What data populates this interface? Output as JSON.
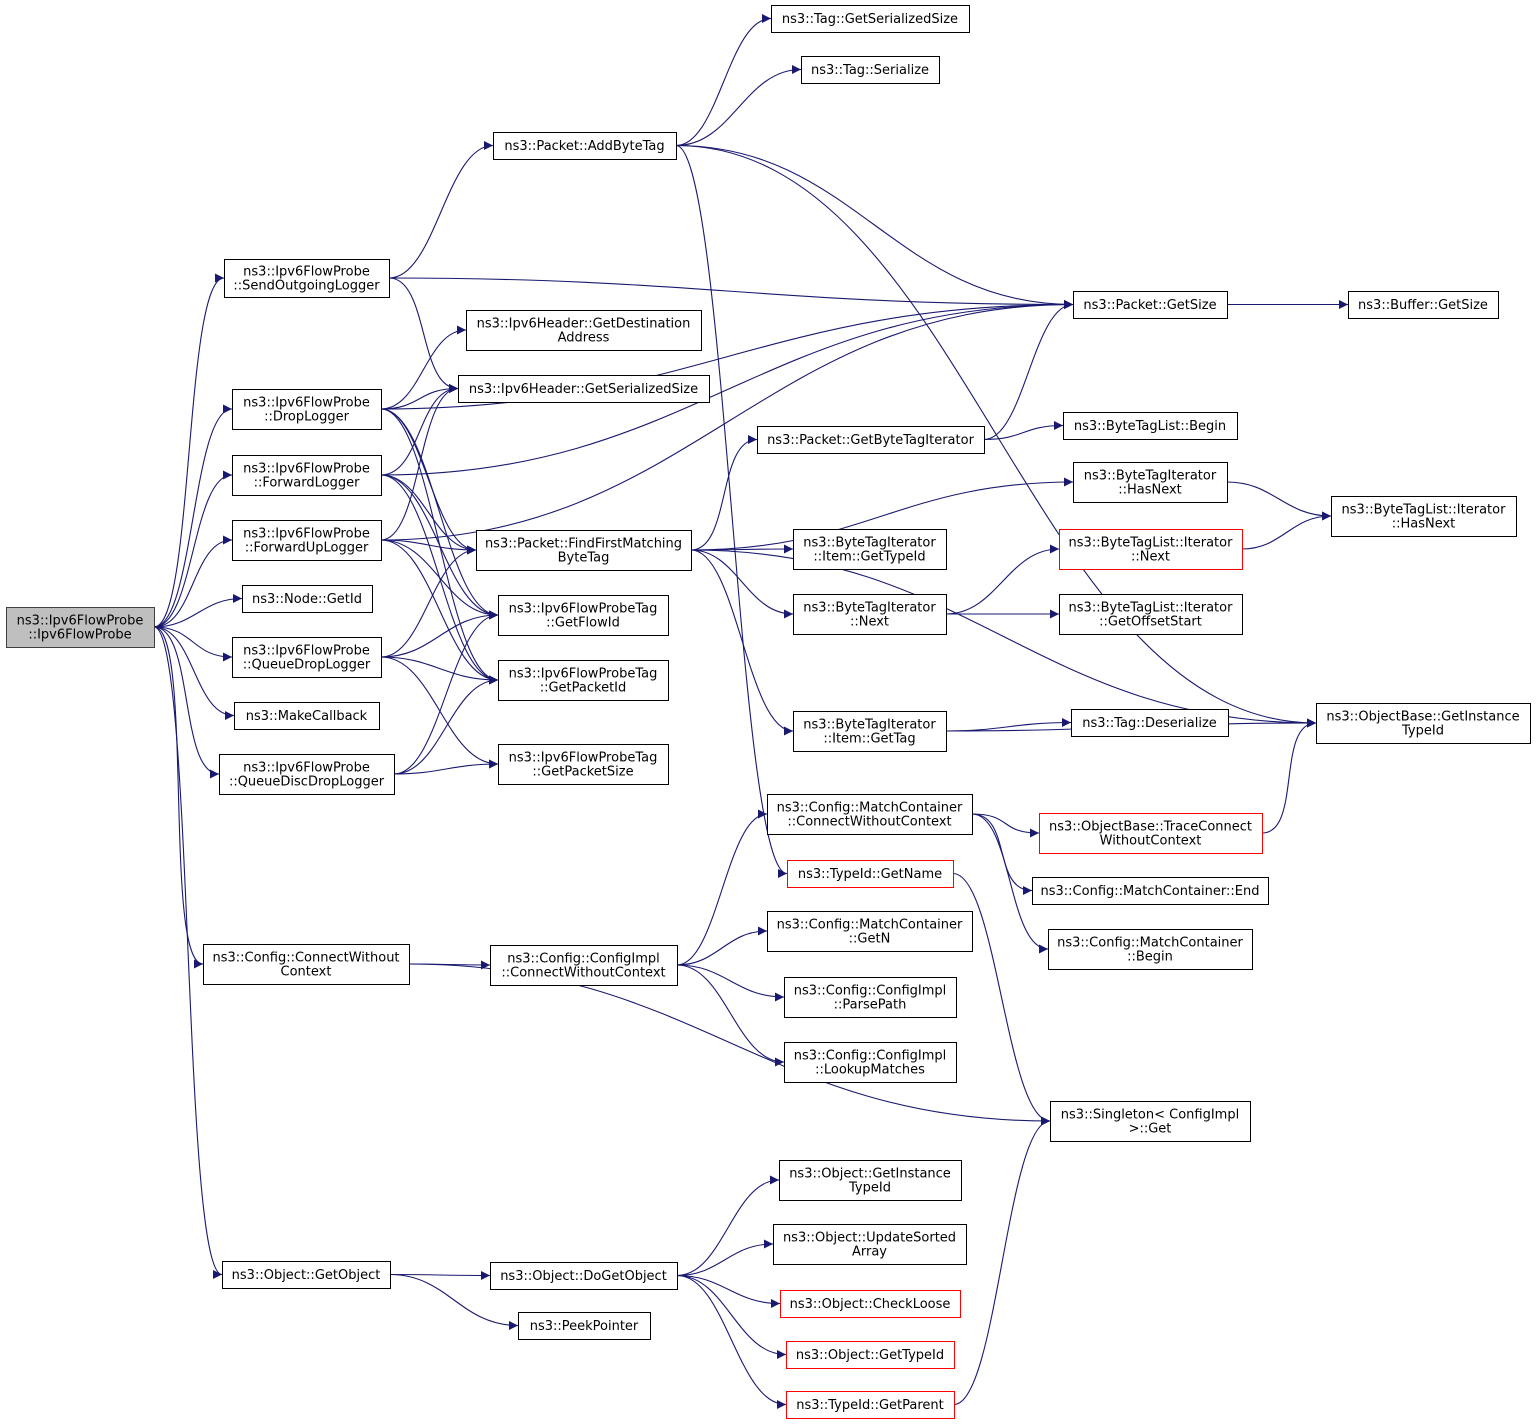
{
  "graph": {
    "nodes": {
      "root": [
        "ns3::Ipv6FlowProbe",
        "::Ipv6FlowProbe"
      ],
      "send": [
        "ns3::Ipv6FlowProbe",
        "::SendOutgoingLogger"
      ],
      "drop": [
        "ns3::Ipv6FlowProbe",
        "::DropLogger"
      ],
      "fwd": [
        "ns3::Ipv6FlowProbe",
        "::ForwardLogger"
      ],
      "fwdup": [
        "ns3::Ipv6FlowProbe",
        "::ForwardUpLogger"
      ],
      "nodeid": [
        "ns3::Node::GetId"
      ],
      "qdrop": [
        "ns3::Ipv6FlowProbe",
        "::QueueDropLogger"
      ],
      "mkcb": [
        "ns3::MakeCallback"
      ],
      "qddrop": [
        "ns3::Ipv6FlowProbe",
        "::QueueDiscDropLogger"
      ],
      "cfgcwc": [
        "ns3::Config::ConnectWithout",
        "Context"
      ],
      "getobj": [
        "ns3::Object::GetObject"
      ],
      "addbt": [
        "ns3::Packet::AddByteTag"
      ],
      "gdest": [
        "ns3::Ipv6Header::GetDestination",
        "Address"
      ],
      "gser": [
        "ns3::Ipv6Header::GetSerializedSize"
      ],
      "ffm": [
        "ns3::Packet::FindFirstMatching",
        "ByteTag"
      ],
      "gflow": [
        "ns3::Ipv6FlowProbeTag",
        "::GetFlowId"
      ],
      "gpid": [
        "ns3::Ipv6FlowProbeTag",
        "::GetPacketId"
      ],
      "gpsz": [
        "ns3::Ipv6FlowProbeTag",
        "::GetPacketSize"
      ],
      "cicwc": [
        "ns3::Config::ConfigImpl",
        "::ConnectWithoutContext"
      ],
      "dgo": [
        "ns3::Object::DoGetObject"
      ],
      "peek": [
        "ns3::PeekPointer"
      ],
      "tgss": [
        "ns3::Tag::GetSerializedSize"
      ],
      "tser": [
        "ns3::Tag::Serialize"
      ],
      "gbti": [
        "ns3::Packet::GetByteTagIterator"
      ],
      "bitgt": [
        "ns3::ByteTagIterator",
        "::Item::GetTypeId"
      ],
      "btinext": [
        "ns3::ByteTagIterator",
        "::Next"
      ],
      "bitgtag": [
        "ns3::ByteTagIterator",
        "::Item::GetTag"
      ],
      "mccwc": [
        "ns3::Config::MatchContainer",
        "::ConnectWithoutContext"
      ],
      "tidname": [
        "ns3::TypeId::GetName"
      ],
      "mcgetn": [
        "ns3::Config::MatchContainer",
        "::GetN"
      ],
      "parse": [
        "ns3::Config::ConfigImpl",
        "::ParsePath"
      ],
      "lookup": [
        "ns3::Config::ConfigImpl",
        "::LookupMatches"
      ],
      "ogit": [
        "ns3::Object::GetInstance",
        "TypeId"
      ],
      "ous": [
        "ns3::Object::UpdateSorted",
        "Array"
      ],
      "ocl": [
        "ns3::Object::CheckLoose"
      ],
      "ogt": [
        "ns3::Object::GetTypeId"
      ],
      "tgp": [
        "ns3::TypeId::GetParent"
      ],
      "pgs": [
        "ns3::Packet::GetSize"
      ],
      "btlbegin": [
        "ns3::ByteTagList::Begin"
      ],
      "btihn": [
        "ns3::ByteTagIterator",
        "::HasNext"
      ],
      "btlinext": [
        "ns3::ByteTagList::Iterator",
        "::Next"
      ],
      "btlios": [
        "ns3::ByteTagList::Iterator",
        "::GetOffsetStart"
      ],
      "tdes": [
        "ns3::Tag::Deserialize"
      ],
      "obtc": [
        "ns3::ObjectBase::TraceConnect",
        "WithoutContext"
      ],
      "mcend": [
        "ns3::Config::MatchContainer::End"
      ],
      "mcbegin": [
        "ns3::Config::MatchContainer",
        "::Begin"
      ],
      "single": [
        "ns3::Singleton< ConfigImpl",
        ">::Get"
      ],
      "bgs": [
        "ns3::Buffer::GetSize"
      ],
      "btlihn": [
        "ns3::ByteTagList::Iterator",
        "::HasNext"
      ],
      "obgit": [
        "ns3::ObjectBase::GetInstance",
        "TypeId"
      ]
    },
    "red_nodes": [
      "btlinext",
      "obtc",
      "tidname",
      "ocl",
      "ogt",
      "tgp"
    ],
    "root_node": "root",
    "edges": [
      [
        "root",
        "send"
      ],
      [
        "root",
        "drop"
      ],
      [
        "root",
        "fwd"
      ],
      [
        "root",
        "fwdup"
      ],
      [
        "root",
        "nodeid"
      ],
      [
        "root",
        "qdrop"
      ],
      [
        "root",
        "mkcb"
      ],
      [
        "root",
        "qddrop"
      ],
      [
        "root",
        "cfgcwc"
      ],
      [
        "root",
        "getobj"
      ],
      [
        "send",
        "addbt"
      ],
      [
        "send",
        "pgs"
      ],
      [
        "send",
        "gser"
      ],
      [
        "drop",
        "gdest"
      ],
      [
        "drop",
        "gser"
      ],
      [
        "drop",
        "ffm"
      ],
      [
        "drop",
        "gflow"
      ],
      [
        "drop",
        "gpid"
      ],
      [
        "drop",
        "pgs"
      ],
      [
        "fwd",
        "gser"
      ],
      [
        "fwd",
        "ffm"
      ],
      [
        "fwd",
        "gflow"
      ],
      [
        "fwd",
        "gpid"
      ],
      [
        "fwd",
        "pgs"
      ],
      [
        "fwdup",
        "gser"
      ],
      [
        "fwdup",
        "ffm"
      ],
      [
        "fwdup",
        "gflow"
      ],
      [
        "fwdup",
        "gpid"
      ],
      [
        "fwdup",
        "pgs"
      ],
      [
        "qdrop",
        "ffm"
      ],
      [
        "qdrop",
        "gflow"
      ],
      [
        "qdrop",
        "gpid"
      ],
      [
        "qdrop",
        "gpsz"
      ],
      [
        "qddrop",
        "gflow"
      ],
      [
        "qddrop",
        "gpid"
      ],
      [
        "qddrop",
        "gpsz"
      ],
      [
        "cfgcwc",
        "cicwc"
      ],
      [
        "cfgcwc",
        "single"
      ],
      [
        "getobj",
        "dgo"
      ],
      [
        "getobj",
        "peek"
      ],
      [
        "addbt",
        "tgss"
      ],
      [
        "addbt",
        "tser"
      ],
      [
        "addbt",
        "obgit"
      ],
      [
        "addbt",
        "pgs"
      ],
      [
        "addbt",
        "tidname"
      ],
      [
        "ffm",
        "gbti"
      ],
      [
        "ffm",
        "btihn"
      ],
      [
        "ffm",
        "bitgt"
      ],
      [
        "ffm",
        "btinext"
      ],
      [
        "ffm",
        "bitgtag"
      ],
      [
        "ffm",
        "obgit"
      ],
      [
        "gbti",
        "btlbegin"
      ],
      [
        "gbti",
        "pgs"
      ],
      [
        "btihn",
        "btlihn"
      ],
      [
        "btinext",
        "btlinext"
      ],
      [
        "btinext",
        "btlios"
      ],
      [
        "btlinext",
        "btlihn"
      ],
      [
        "bitgtag",
        "tdes"
      ],
      [
        "bitgtag",
        "obgit"
      ],
      [
        "pgs",
        "bgs"
      ],
      [
        "cicwc",
        "mccwc"
      ],
      [
        "cicwc",
        "mcgetn"
      ],
      [
        "cicwc",
        "parse"
      ],
      [
        "cicwc",
        "lookup"
      ],
      [
        "mccwc",
        "obtc"
      ],
      [
        "mccwc",
        "mcend"
      ],
      [
        "mccwc",
        "mcbegin"
      ],
      [
        "obtc",
        "obgit"
      ],
      [
        "tidname",
        "single"
      ],
      [
        "dgo",
        "ogit"
      ],
      [
        "dgo",
        "ous"
      ],
      [
        "dgo",
        "ocl"
      ],
      [
        "dgo",
        "ogt"
      ],
      [
        "dgo",
        "tgp"
      ],
      [
        "tgp",
        "single"
      ]
    ]
  }
}
